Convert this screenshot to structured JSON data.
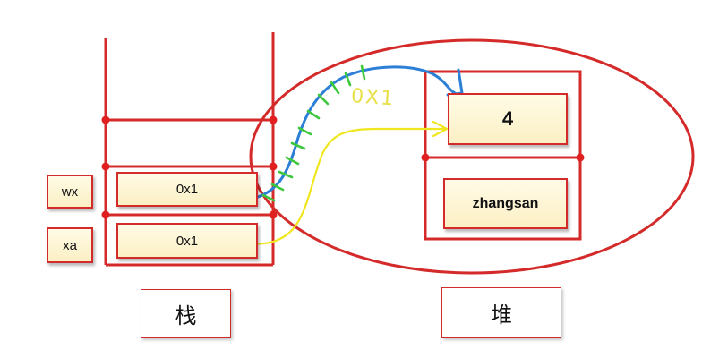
{
  "stack": {
    "title": "栈",
    "variables": [
      {
        "name": "wx",
        "value": "0x1",
        "crossed_out": true
      },
      {
        "name": "xa",
        "value": "0x1",
        "crossed_out": false
      }
    ]
  },
  "heap": {
    "title": "堆",
    "object_fields": [
      "4",
      "zhangsan"
    ]
  },
  "annotation": {
    "text": "0X1"
  },
  "colors": {
    "border": "#d42a2a",
    "box_fill": "#fdf5d3",
    "yellow_arrow": "#f0e61e",
    "blue_arrow": "#2b7fd6",
    "green_marks": "#3cc83c",
    "annotation": "#e8e04a"
  }
}
